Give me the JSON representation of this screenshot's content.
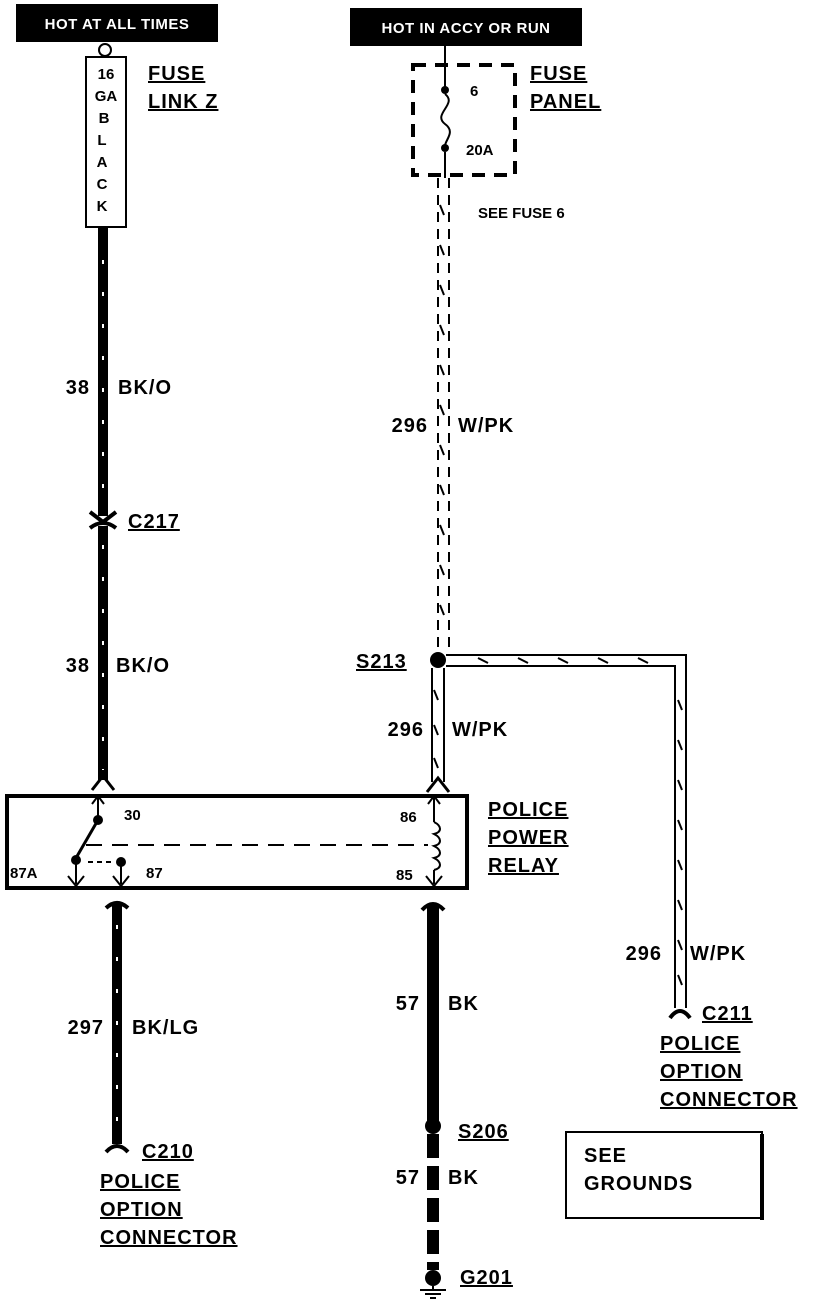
{
  "left_feed": {
    "banner": "HOT AT ALL TIMES",
    "fuse_link_text": [
      "16",
      "GA",
      "B",
      "L",
      "A",
      "C",
      "K"
    ],
    "fuse_link_label": [
      "FUSE",
      "LINK Z"
    ]
  },
  "right_feed": {
    "banner": "HOT IN ACCY OR RUN",
    "fuse_number": "6",
    "fuse_rating": "20A",
    "fuse_panel_label": [
      "FUSE",
      "PANEL"
    ],
    "see_fuse": "SEE FUSE 6"
  },
  "wires": {
    "w38_upper": {
      "circuit": "38",
      "color": "BK/O"
    },
    "w38_lower": {
      "circuit": "38",
      "color": "BK/O"
    },
    "w296_upper": {
      "circuit": "296",
      "color": "W/PK"
    },
    "w296_mid": {
      "circuit": "296",
      "color": "W/PK"
    },
    "w296_branch": {
      "circuit": "296",
      "color": "W/PK"
    },
    "w297": {
      "circuit": "297",
      "color": "BK/LG"
    },
    "w57_upper": {
      "circuit": "57",
      "color": "BK"
    },
    "w57_lower": {
      "circuit": "57",
      "color": "BK"
    }
  },
  "connectors": {
    "c217": "C217",
    "c210": "C210",
    "c211": "C211",
    "s213": "S213",
    "s206": "S206",
    "g201": "G201"
  },
  "relay": {
    "label": [
      "POLICE",
      "POWER",
      "RELAY"
    ],
    "pins": {
      "p30": "30",
      "p87a": "87A",
      "p87": "87",
      "p86": "86",
      "p85": "85"
    }
  },
  "police_connector_left": [
    "POLICE",
    "OPTION",
    "CONNECTOR"
  ],
  "police_connector_right": [
    "POLICE",
    "OPTION",
    "CONNECTOR"
  ],
  "see_grounds": [
    "SEE",
    "GROUNDS"
  ]
}
